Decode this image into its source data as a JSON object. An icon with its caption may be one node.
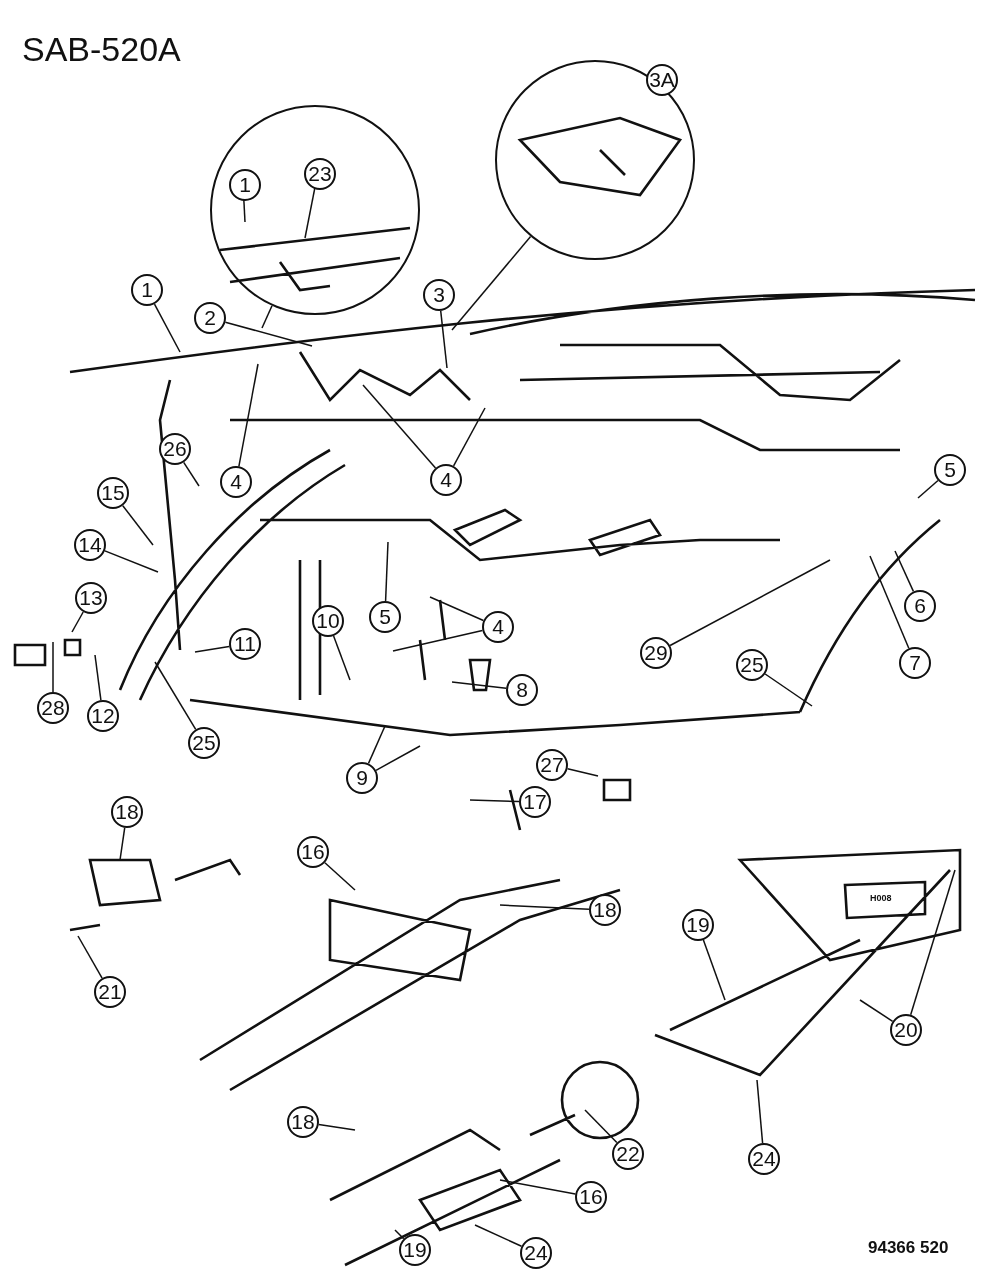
{
  "diagram": {
    "title": "SAB-520A",
    "nodes": [
      {
        "text": [],
        "shape": "circle"
      },
      {
        "text": [
          "1"
        ],
        "in": 0
      },
      {
        "text": [
          "23"
        ],
        "in": 0
      },
      {
        "text": [],
        "shape": "circle"
      },
      {
        "text": [
          "3A"
        ],
        "in": 3
      },
      {
        "text": [
          "1"
        ]
      },
      {
        "text": [
          "2"
        ]
      },
      {
        "text": [
          "3"
        ]
      },
      {
        "text": [
          "4"
        ]
      },
      {
        "text": [
          "4"
        ]
      },
      {
        "text": [
          "26"
        ]
      },
      {
        "text": [
          "5"
        ]
      },
      {
        "text": [
          "15"
        ]
      },
      {
        "text": [
          "14"
        ]
      },
      {
        "text": [
          "5"
        ]
      },
      {
        "text": [
          "4"
        ]
      },
      {
        "text": [
          "6"
        ]
      },
      {
        "text": [
          "29"
        ]
      },
      {
        "text": [
          "7"
        ]
      },
      {
        "text": [
          "13"
        ]
      },
      {
        "text": [
          "10"
        ]
      },
      {
        "text": [
          "11"
        ]
      },
      {
        "text": [
          "8"
        ]
      },
      {
        "text": [
          "25"
        ]
      },
      {
        "text": [
          "28"
        ]
      },
      {
        "text": [
          "12"
        ]
      },
      {
        "text": [
          "25"
        ]
      },
      {
        "text": [
          "9"
        ]
      },
      {
        "text": [
          "27"
        ]
      },
      {
        "text": [
          "18"
        ]
      },
      {
        "text": [
          "17"
        ]
      },
      {
        "text": [
          "16"
        ]
      },
      {
        "text": [
          "18"
        ]
      },
      {
        "text": [
          "21"
        ]
      },
      {
        "text": [
          "19"
        ]
      },
      {
        "text": [
          "20"
        ]
      },
      {
        "text": [
          "22"
        ]
      },
      {
        "text": [
          "24"
        ]
      },
      {
        "text": [
          "18"
        ]
      },
      {
        "text": [
          "16"
        ]
      },
      {
        "text": [
          "24"
        ]
      },
      {
        "text": [
          "19"
        ]
      }
    ],
    "edges": [
      {
        "from": 0,
        "to": null,
        "arrow": "none"
      },
      {
        "from": 1,
        "to": null,
        "arrow": "none"
      },
      {
        "from": 2,
        "to": null,
        "arrow": "none"
      },
      {
        "from": 3,
        "to": null,
        "arrow": "none"
      },
      {
        "from": 5,
        "to": null,
        "arrow": "none"
      },
      {
        "from": 6,
        "to": null,
        "arrow": "none"
      },
      {
        "from": 7,
        "to": null,
        "arrow": "none"
      },
      {
        "from": 8,
        "to": null,
        "arrow": "none"
      },
      {
        "from": 9,
        "to": null,
        "arrow": "none"
      },
      {
        "from": 9,
        "to": null,
        "arrow": "none"
      },
      {
        "from": 10,
        "to": null,
        "arrow": "none"
      },
      {
        "from": 11,
        "to": null,
        "arrow": "none"
      },
      {
        "from": 12,
        "to": null,
        "arrow": "none"
      },
      {
        "from": 13,
        "to": null,
        "arrow": "none"
      },
      {
        "from": 14,
        "to": null,
        "arrow": "none"
      },
      {
        "from": 15,
        "to": null,
        "arrow": "none"
      },
      {
        "from": 15,
        "to": null,
        "arrow": "none"
      },
      {
        "from": 16,
        "to": null,
        "arrow": "none"
      },
      {
        "from": 17,
        "to": null,
        "arrow": "none"
      },
      {
        "from": 18,
        "to": null,
        "arrow": "none"
      },
      {
        "from": 19,
        "to": null,
        "arrow": "none"
      },
      {
        "from": 20,
        "to": null,
        "arrow": "none"
      },
      {
        "from": 21,
        "to": null,
        "arrow": "none"
      },
      {
        "from": 22,
        "to": null,
        "arrow": "none"
      },
      {
        "from": 23,
        "to": null,
        "arrow": "none"
      },
      {
        "from": 24,
        "to": null,
        "arrow": "none"
      },
      {
        "from": 25,
        "to": null,
        "arrow": "none"
      },
      {
        "from": 26,
        "to": null,
        "arrow": "none"
      },
      {
        "from": 27,
        "to": null,
        "arrow": "none"
      },
      {
        "from": 27,
        "to": null,
        "arrow": "none"
      },
      {
        "from": 28,
        "to": null,
        "arrow": "none"
      },
      {
        "from": 29,
        "to": null,
        "arrow": "none"
      },
      {
        "from": 30,
        "to": null,
        "arrow": "none"
      },
      {
        "from": 31,
        "to": null,
        "arrow": "none"
      },
      {
        "from": 32,
        "to": null,
        "arrow": "none"
      },
      {
        "from": 33,
        "to": null,
        "arrow": "none"
      },
      {
        "from": 34,
        "to": null,
        "arrow": "none"
      },
      {
        "from": 35,
        "to": null,
        "arrow": "none"
      },
      {
        "from": 35,
        "to": null,
        "arrow": "none"
      },
      {
        "from": 36,
        "to": null,
        "arrow": "none"
      },
      {
        "from": 37,
        "to": null,
        "arrow": "none"
      },
      {
        "from": 38,
        "to": null,
        "arrow": "none"
      },
      {
        "from": 39,
        "to": null,
        "arrow": "none"
      },
      {
        "from": 40,
        "to": null,
        "arrow": "none"
      },
      {
        "from": 41,
        "to": null,
        "arrow": "none"
      }
    ],
    "labels": [
      "H008",
      "94366 520"
    ]
  }
}
